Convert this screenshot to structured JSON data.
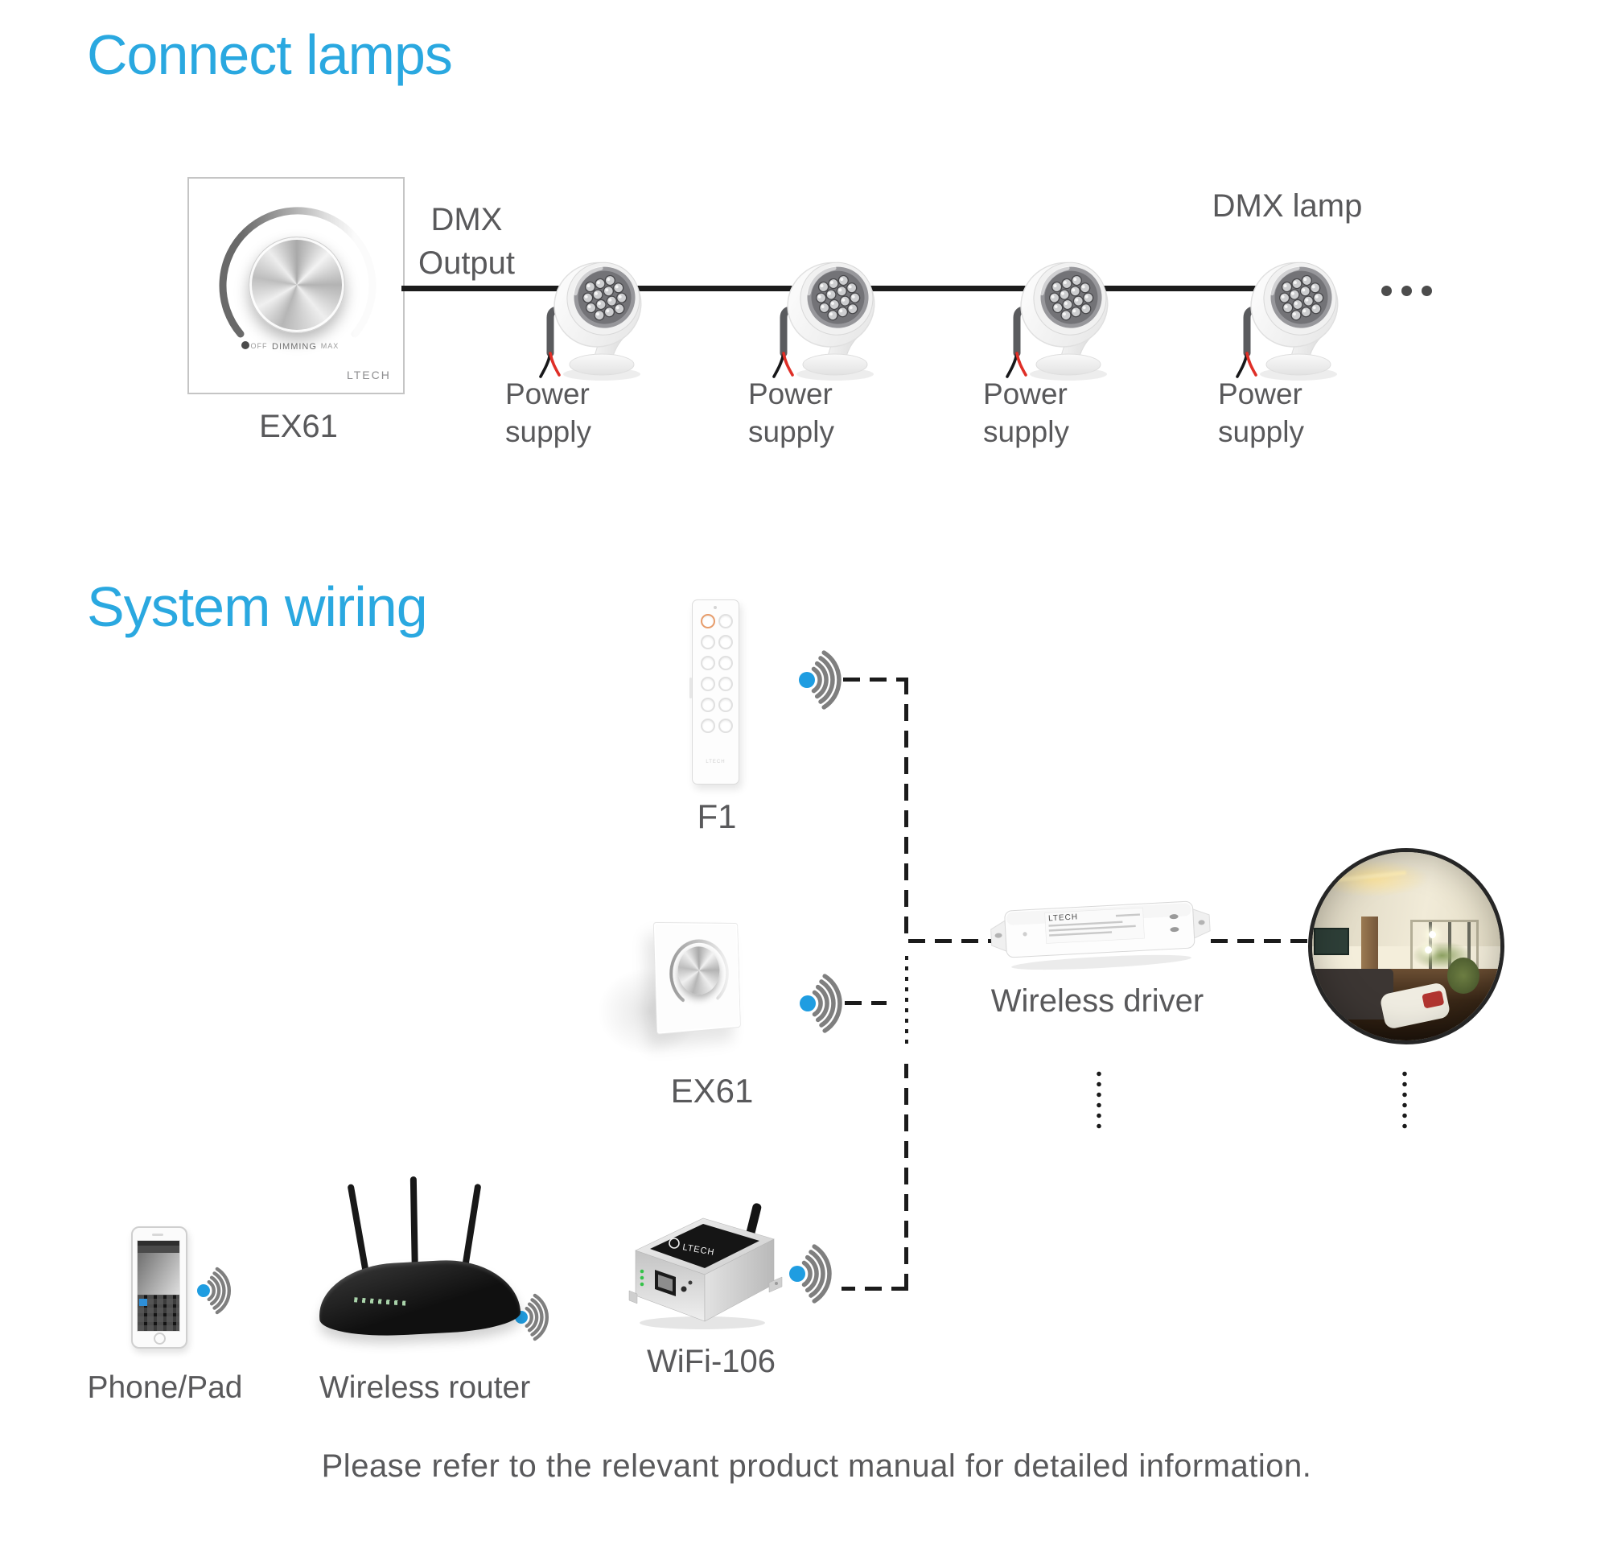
{
  "brand": "LTECH",
  "colors": {
    "accent_blue": "#2aa8e0",
    "text_gray": "#59595b",
    "wifi_dot_blue": "#1f9de1",
    "line_black": "#1b1b1b"
  },
  "connect_lamps": {
    "title": "Connect lamps",
    "panel": {
      "model": "EX61",
      "off_label": "OFF",
      "dimming_label": "DIMMING",
      "max_label": "MAX"
    },
    "dmx_output": {
      "line1": "DMX",
      "line2": "Output"
    },
    "dmx_lamp_label": "DMX lamp",
    "power_supply": {
      "line1": "Power",
      "line2": "supply"
    },
    "ellipsis": "..."
  },
  "system_wiring": {
    "title": "System wiring",
    "f1_label": "F1",
    "ex61_label": "EX61",
    "wireless_driver_label": "Wireless driver",
    "phone_label": "Phone/Pad",
    "router_label": "Wireless router",
    "wifi106_label": "WiFi-106"
  },
  "footer": {
    "note": "Please refer to the relevant product manual for detailed information."
  }
}
